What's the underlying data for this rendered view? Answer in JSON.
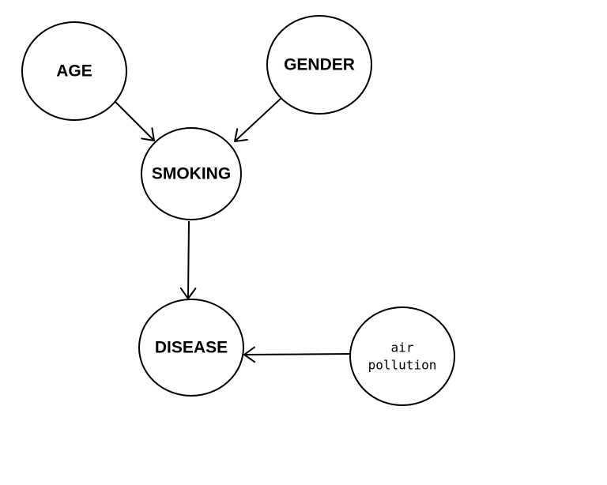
{
  "diagram": {
    "nodes": [
      {
        "id": "age",
        "label_lines": [
          "AGE"
        ],
        "style": "bold"
      },
      {
        "id": "gender",
        "label_lines": [
          "GENDER"
        ],
        "style": "bold"
      },
      {
        "id": "smoking",
        "label_lines": [
          "SMOKING"
        ],
        "style": "bold"
      },
      {
        "id": "disease",
        "label_lines": [
          "DISEASE"
        ],
        "style": "bold"
      },
      {
        "id": "air-pollution",
        "label_lines": [
          "air",
          "pollution"
        ],
        "style": "mono"
      }
    ],
    "edges": [
      {
        "from": "age",
        "to": "smoking"
      },
      {
        "from": "gender",
        "to": "smoking"
      },
      {
        "from": "smoking",
        "to": "disease"
      },
      {
        "from": "air-pollution",
        "to": "disease"
      }
    ],
    "colors": {
      "stroke": "#000000",
      "fill": "#ffffff",
      "background": "#ffffff"
    }
  }
}
